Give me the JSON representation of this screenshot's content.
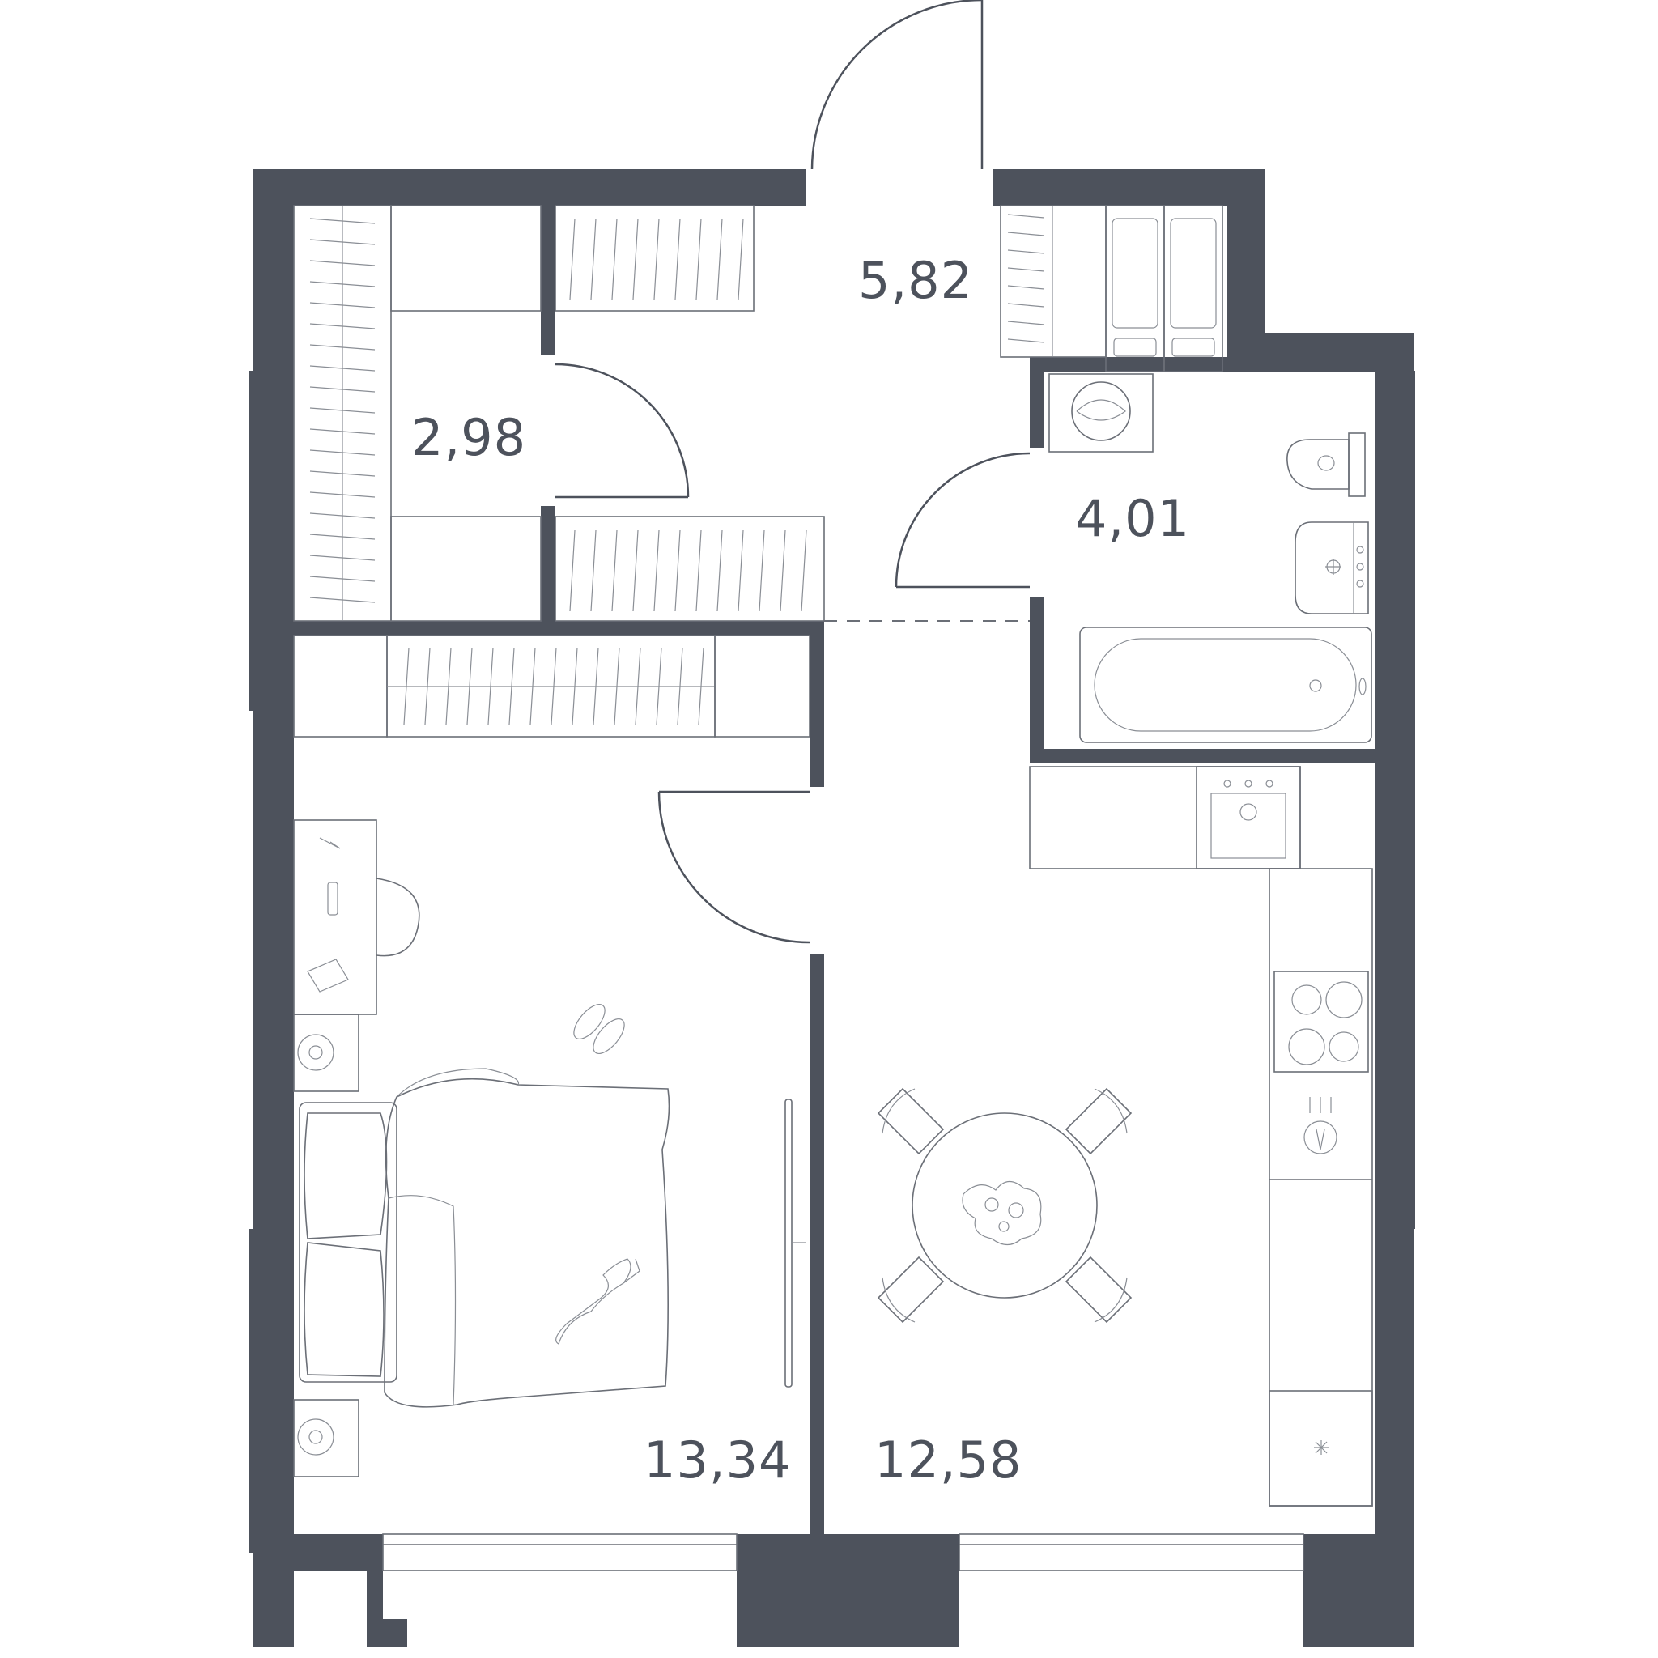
{
  "colors": {
    "wall": "#4d525c",
    "line": "#6b6f77",
    "background": "#ffffff"
  },
  "rooms": [
    {
      "id": "hallway",
      "area": "5,82"
    },
    {
      "id": "wardrobe",
      "area": "2,98"
    },
    {
      "id": "bathroom",
      "area": "4,01"
    },
    {
      "id": "bedroom",
      "area": "13,34"
    },
    {
      "id": "kitchen-living",
      "area": "12,58"
    }
  ],
  "icons": [
    "washing-machine-icon",
    "toilet-icon",
    "sink-icon",
    "bathtub-icon",
    "kitchen-sink-icon",
    "cooktop-icon",
    "fridge-icon",
    "bed-icon",
    "desk-icon",
    "chair-icon",
    "dining-table-icon",
    "slippers-icon",
    "cat-icon",
    "tv-icon",
    "radiator-icon"
  ]
}
